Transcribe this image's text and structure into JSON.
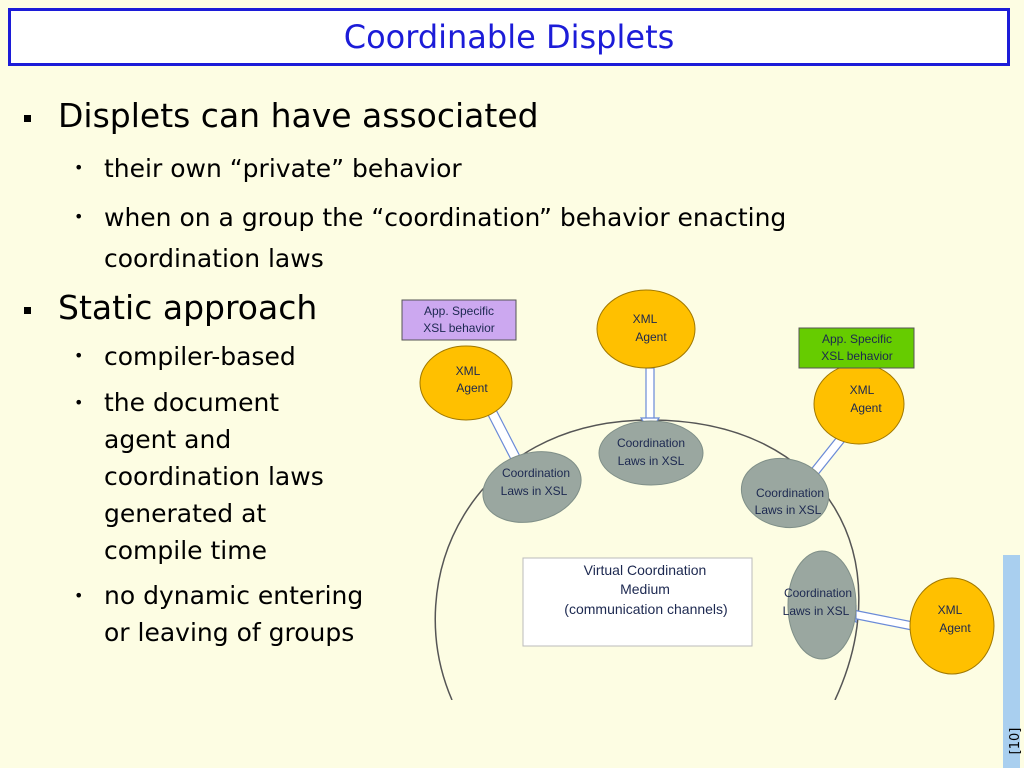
{
  "slide": {
    "title": "Coordinable Displets",
    "page_number": "[10]"
  },
  "bullets": {
    "b1": "Displets can have associated",
    "b1_sub1": "their own “private” behavior",
    "b1_sub2_line1": "when on a group the “coordination” behavior enacting",
    "b1_sub2_line2": "coordination laws",
    "b2": "Static approach",
    "b2_sub1": "compiler-based",
    "b2_sub2_lines": [
      "the document",
      "agent and",
      "coordination laws",
      "generated at",
      "compile time"
    ],
    "b2_sub3_lines": [
      "no dynamic entering",
      "or leaving of groups"
    ]
  },
  "diagram": {
    "app_specific_left": [
      "App. Specific",
      "XSL behavior"
    ],
    "app_specific_right": [
      "App. Specific",
      "XSL behavior"
    ],
    "xml_agent": [
      "XML",
      "Agent"
    ],
    "coordination_laws": [
      "Coordination",
      "Laws in XSL"
    ],
    "medium": [
      "Virtual Coordination",
      "Medium",
      "(communication channels)"
    ]
  },
  "colors": {
    "title": "#1c1cd8",
    "background": "#fdfde3",
    "agent_fill": "#ffc000",
    "laws_fill": "#9aa7a0",
    "purple_box": "#cca8f0",
    "green_box": "#66cc00",
    "side_bar": "#a9cfef"
  }
}
